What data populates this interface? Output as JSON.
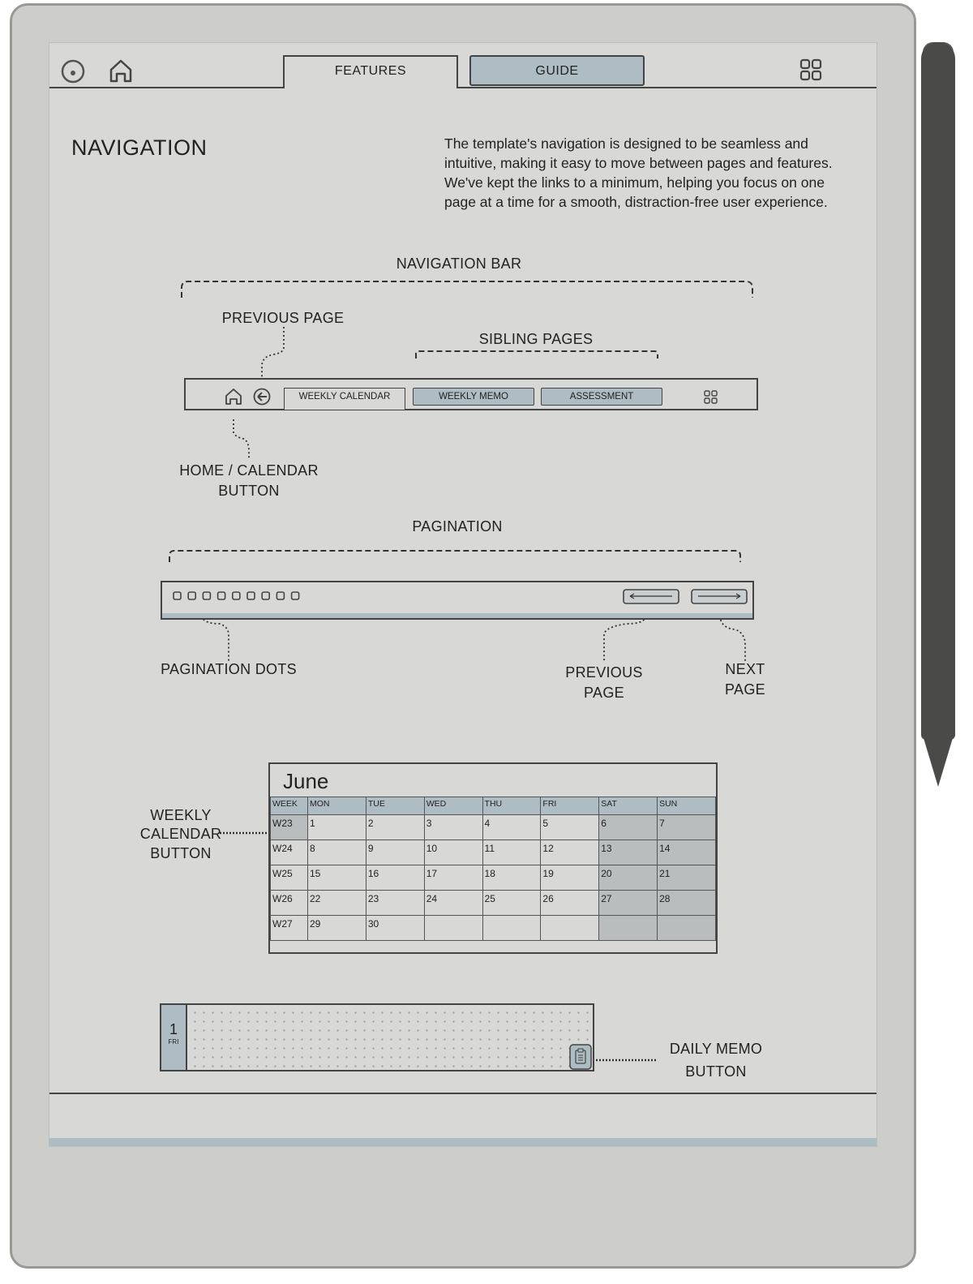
{
  "topbar": {
    "tabs": [
      {
        "label": "FEATURES",
        "active": true
      },
      {
        "label": "GUIDE",
        "active": false
      }
    ],
    "icons": [
      "circle-dot-icon",
      "home-icon",
      "grid-icon"
    ]
  },
  "heading": "NAVIGATION",
  "intro": "The template's navigation is designed to be seamless and intuitive, making it easy to move between pages and features. We've kept the links to a minimum, helping you focus on one page at a time for a smooth, distraction-free user experience.",
  "nav_diagram": {
    "bar_label": "NAVIGATION BAR",
    "previous_page_label": "PREVIOUS PAGE",
    "sibling_pages_label": "SIBLING PAGES",
    "home_label_line1": "HOME / CALENDAR",
    "home_label_line2": "BUTTON",
    "tabs": [
      "WEEKLY CALENDAR",
      "WEEKLY MEMO",
      "ASSESSMENT"
    ]
  },
  "pagination_diagram": {
    "title": "PAGINATION",
    "dots_label": "PAGINATION DOTS",
    "prev_line1": "PREVIOUS",
    "prev_line2": "PAGE",
    "next_line1": "NEXT",
    "next_line2": "PAGE",
    "dot_count": 9
  },
  "calendar": {
    "label_line1": "WEEKLY",
    "label_line2": "CALENDAR",
    "label_line3": "BUTTON",
    "month": "June",
    "headers": [
      "WEEK",
      "MON",
      "TUE",
      "WED",
      "THU",
      "FRI",
      "SAT",
      "SUN"
    ],
    "rows": [
      [
        "W23",
        "1",
        "2",
        "3",
        "4",
        "5",
        "6",
        "7"
      ],
      [
        "W24",
        "8",
        "9",
        "10",
        "11",
        "12",
        "13",
        "14"
      ],
      [
        "W25",
        "15",
        "16",
        "17",
        "18",
        "19",
        "20",
        "21"
      ],
      [
        "W26",
        "22",
        "23",
        "24",
        "25",
        "26",
        "27",
        "28"
      ],
      [
        "W27",
        "29",
        "30",
        "",
        "",
        "",
        "",
        ""
      ]
    ]
  },
  "daily_memo": {
    "day": "1",
    "weekday": "FRI",
    "label_line1": "DAILY MEMO",
    "label_line2": "BUTTON"
  },
  "colors": {
    "accent": "#aebcc3",
    "screen": "#d8d9d6",
    "ink": "#444444"
  }
}
